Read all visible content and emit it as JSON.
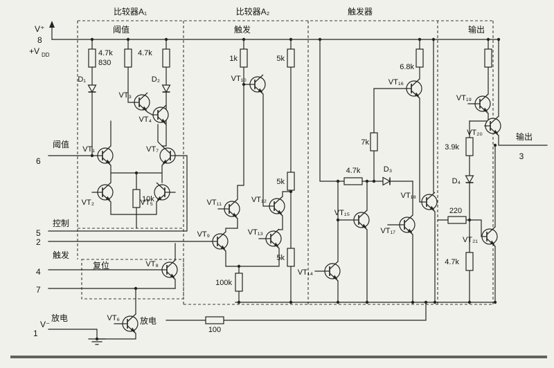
{
  "headers": {
    "comp_a1": "比较器A₁",
    "comp_a2": "比较器A₂",
    "flipflop": "触发器",
    "sub_threshold": "阈值",
    "sub_trigger": "触发",
    "sub_output": "输出"
  },
  "pins": {
    "v_plus": "V⁺",
    "pin8": "8",
    "vdd_base": "+V",
    "vdd_sub": "DD",
    "threshold": "阈值",
    "pin6": "6",
    "control": "控制",
    "pin5": "5",
    "pin2": "2",
    "trigger": "触发",
    "pin4": "4",
    "pin7": "7",
    "discharge": "放电",
    "pin1": "1",
    "v_minus": "V⁻",
    "output": "输出",
    "pin3": "3"
  },
  "inner": {
    "reset_box": "复位",
    "discharge_inner": "放电"
  },
  "transistors": {
    "vt1": "VT₁",
    "vt2": "VT₂",
    "vt3": "VT₃",
    "vt4": "VT₄",
    "vt5": "VT₅",
    "vt6": "VT₆",
    "vt7": "VT₇",
    "vt8": "VT₈",
    "vt9": "VT₉",
    "vt10": "VT₁₀",
    "vt11": "VT₁₁",
    "vt12": "VT₁₂",
    "vt13": "VT₁₃",
    "vt14": "VT₁₄",
    "vt15": "VT₁₅",
    "vt16": "VT₁₆",
    "vt17": "VT₁₇",
    "vt18": "VT₁₈",
    "vt19": "VT₁₉",
    "vt20": "VT₂₀",
    "vt21": "VT₂₁"
  },
  "diodes": {
    "d1": "D₁",
    "d2": "D₂",
    "d3": "D₃",
    "d4": "D₄"
  },
  "resistors": {
    "r_47k_a": "4.7k",
    "r_830": "830",
    "r_47k_b": "4.7k",
    "r_10k": "10k",
    "r_1k": "1k",
    "r_5k_a": "5k",
    "r_5k_b": "5k",
    "r_5k_c": "5k",
    "r_100k": "100k",
    "r_68k": "6.8k",
    "r_7k": "7k",
    "r_47k_c": "4.7k",
    "r_39k": "3.9k",
    "r_220": "220",
    "r_47k_d": "4.7k",
    "r_100": "100"
  }
}
